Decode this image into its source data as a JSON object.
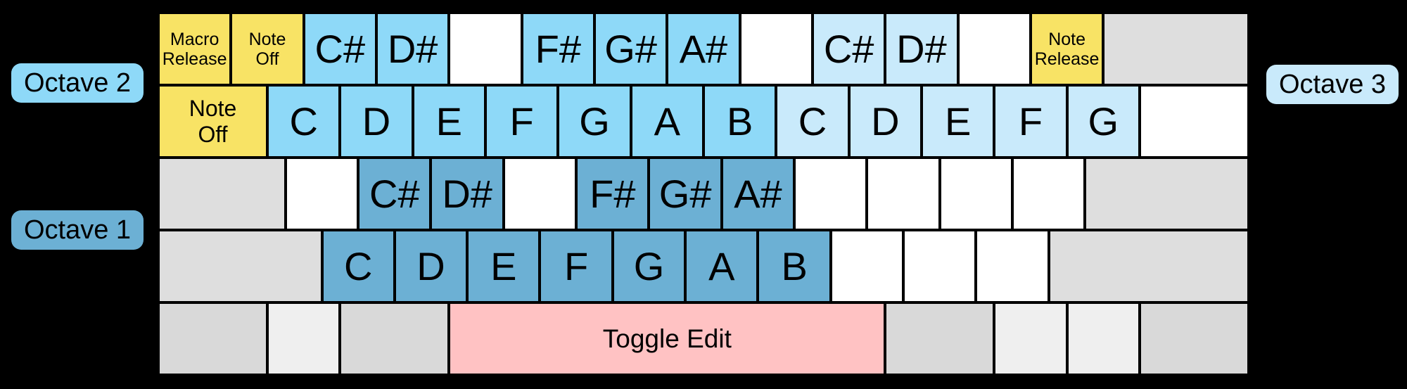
{
  "colors": {
    "background": "#000000",
    "octave1": "#6cb0d4",
    "octave2": "#8ed9f8",
    "octave3": "#c9eafb",
    "command_yellow": "#f8e365",
    "toggle_pink": "#ffc2c3",
    "blank_white": "#ffffff",
    "wide_gray": "#dedede",
    "modifier_gray": "#d9d9d9",
    "modifier_light_gray": "#efefef",
    "key_text": "#000000"
  },
  "labels": {
    "octave1": "Octave 1",
    "octave2": "Octave 2",
    "octave3": "Octave 3"
  },
  "rows": [
    {
      "keys": [
        {
          "name": "key-macro-release",
          "label": "Macro\nRelease",
          "color": "command_yellow",
          "u": 1,
          "size": "s"
        },
        {
          "name": "key-note-off",
          "label": "Note\nOff",
          "color": "command_yellow",
          "u": 1,
          "size": "s"
        },
        {
          "name": "key-csharp-octave2",
          "label": "C#",
          "color": "octave2",
          "u": 1,
          "size": "l"
        },
        {
          "name": "key-dsharp-octave2",
          "label": "D#",
          "color": "octave2",
          "u": 1,
          "size": "l"
        },
        {
          "name": "key-unmapped",
          "label": "",
          "color": "blank_white",
          "u": 1
        },
        {
          "name": "key-fsharp-octave2",
          "label": "F#",
          "color": "octave2",
          "u": 1,
          "size": "l"
        },
        {
          "name": "key-gsharp-octave2",
          "label": "G#",
          "color": "octave2",
          "u": 1,
          "size": "l"
        },
        {
          "name": "key-asharp-octave2",
          "label": "A#",
          "color": "octave2",
          "u": 1,
          "size": "l"
        },
        {
          "name": "key-unmapped",
          "label": "",
          "color": "blank_white",
          "u": 1
        },
        {
          "name": "key-csharp-octave3",
          "label": "C#",
          "color": "octave3",
          "u": 1,
          "size": "l"
        },
        {
          "name": "key-dsharp-octave3",
          "label": "D#",
          "color": "octave3",
          "u": 1,
          "size": "l"
        },
        {
          "name": "key-unmapped",
          "label": "",
          "color": "blank_white",
          "u": 1
        },
        {
          "name": "key-note-release",
          "label": "Note\nRelease",
          "color": "command_yellow",
          "u": 1,
          "size": "s"
        },
        {
          "name": "key-unused-wide",
          "label": "",
          "color": "wide_gray",
          "u": 2
        }
      ]
    },
    {
      "keys": [
        {
          "name": "key-note-off-wide",
          "label": "Note\nOff",
          "color": "command_yellow",
          "u": 1.5,
          "size": "m"
        },
        {
          "name": "key-c-octave2",
          "label": "C",
          "color": "octave2",
          "u": 1,
          "size": "l"
        },
        {
          "name": "key-d-octave2",
          "label": "D",
          "color": "octave2",
          "u": 1,
          "size": "l"
        },
        {
          "name": "key-e-octave2",
          "label": "E",
          "color": "octave2",
          "u": 1,
          "size": "l"
        },
        {
          "name": "key-f-octave2",
          "label": "F",
          "color": "octave2",
          "u": 1,
          "size": "l"
        },
        {
          "name": "key-g-octave2",
          "label": "G",
          "color": "octave2",
          "u": 1,
          "size": "l"
        },
        {
          "name": "key-a-octave2",
          "label": "A",
          "color": "octave2",
          "u": 1,
          "size": "l"
        },
        {
          "name": "key-b-octave2",
          "label": "B",
          "color": "octave2",
          "u": 1,
          "size": "l"
        },
        {
          "name": "key-c-octave3",
          "label": "C",
          "color": "octave3",
          "u": 1,
          "size": "l"
        },
        {
          "name": "key-d-octave3",
          "label": "D",
          "color": "octave3",
          "u": 1,
          "size": "l"
        },
        {
          "name": "key-e-octave3",
          "label": "E",
          "color": "octave3",
          "u": 1,
          "size": "l"
        },
        {
          "name": "key-f-octave3",
          "label": "F",
          "color": "octave3",
          "u": 1,
          "size": "l"
        },
        {
          "name": "key-g-octave3",
          "label": "G",
          "color": "octave3",
          "u": 1,
          "size": "l"
        },
        {
          "name": "key-unmapped",
          "label": "",
          "color": "blank_white",
          "u": 1.5
        }
      ]
    },
    {
      "keys": [
        {
          "name": "key-unused-wide",
          "label": "",
          "color": "wide_gray",
          "u": 1.75
        },
        {
          "name": "key-unmapped",
          "label": "",
          "color": "blank_white",
          "u": 1
        },
        {
          "name": "key-csharp-octave1",
          "label": "C#",
          "color": "octave1",
          "u": 1,
          "size": "l"
        },
        {
          "name": "key-dsharp-octave1",
          "label": "D#",
          "color": "octave1",
          "u": 1,
          "size": "l"
        },
        {
          "name": "key-unmapped",
          "label": "",
          "color": "blank_white",
          "u": 1
        },
        {
          "name": "key-fsharp-octave1",
          "label": "F#",
          "color": "octave1",
          "u": 1,
          "size": "l"
        },
        {
          "name": "key-gsharp-octave1",
          "label": "G#",
          "color": "octave1",
          "u": 1,
          "size": "l"
        },
        {
          "name": "key-asharp-octave1",
          "label": "A#",
          "color": "octave1",
          "u": 1,
          "size": "l"
        },
        {
          "name": "key-unmapped",
          "label": "",
          "color": "blank_white",
          "u": 1
        },
        {
          "name": "key-unmapped",
          "label": "",
          "color": "blank_white",
          "u": 1
        },
        {
          "name": "key-unmapped",
          "label": "",
          "color": "blank_white",
          "u": 1
        },
        {
          "name": "key-unmapped",
          "label": "",
          "color": "blank_white",
          "u": 1
        },
        {
          "name": "key-unused-wide",
          "label": "",
          "color": "wide_gray",
          "u": 2.25
        }
      ]
    },
    {
      "keys": [
        {
          "name": "key-unused-wide",
          "label": "",
          "color": "wide_gray",
          "u": 2.25
        },
        {
          "name": "key-c-octave1",
          "label": "C",
          "color": "octave1",
          "u": 1,
          "size": "l"
        },
        {
          "name": "key-d-octave1",
          "label": "D",
          "color": "octave1",
          "u": 1,
          "size": "l"
        },
        {
          "name": "key-e-octave1",
          "label": "E",
          "color": "octave1",
          "u": 1,
          "size": "l"
        },
        {
          "name": "key-f-octave1",
          "label": "F",
          "color": "octave1",
          "u": 1,
          "size": "l"
        },
        {
          "name": "key-g-octave1",
          "label": "G",
          "color": "octave1",
          "u": 1,
          "size": "l"
        },
        {
          "name": "key-a-octave1",
          "label": "A",
          "color": "octave1",
          "u": 1,
          "size": "l"
        },
        {
          "name": "key-b-octave1",
          "label": "B",
          "color": "octave1",
          "u": 1,
          "size": "l"
        },
        {
          "name": "key-unmapped",
          "label": "",
          "color": "blank_white",
          "u": 1
        },
        {
          "name": "key-unmapped",
          "label": "",
          "color": "blank_white",
          "u": 1
        },
        {
          "name": "key-unmapped",
          "label": "",
          "color": "blank_white",
          "u": 1
        },
        {
          "name": "key-unused-wide",
          "label": "",
          "color": "wide_gray",
          "u": 2.75
        }
      ]
    },
    {
      "keys": [
        {
          "name": "key-unused-modifier",
          "label": "",
          "color": "modifier_gray",
          "u": 1.5
        },
        {
          "name": "key-unused-modifier",
          "label": "",
          "color": "modifier_light_gray",
          "u": 1
        },
        {
          "name": "key-unused-modifier",
          "label": "",
          "color": "modifier_gray",
          "u": 1.5
        },
        {
          "name": "key-toggle-edit",
          "label": "Toggle Edit",
          "color": "toggle_pink",
          "u": 6,
          "size": "t"
        },
        {
          "name": "key-unused-modifier",
          "label": "",
          "color": "modifier_gray",
          "u": 1.5
        },
        {
          "name": "key-unused-modifier",
          "label": "",
          "color": "modifier_light_gray",
          "u": 1
        },
        {
          "name": "key-unused-modifier",
          "label": "",
          "color": "modifier_light_gray",
          "u": 1
        },
        {
          "name": "key-unused-modifier",
          "label": "",
          "color": "modifier_gray",
          "u": 1.5
        }
      ]
    }
  ]
}
